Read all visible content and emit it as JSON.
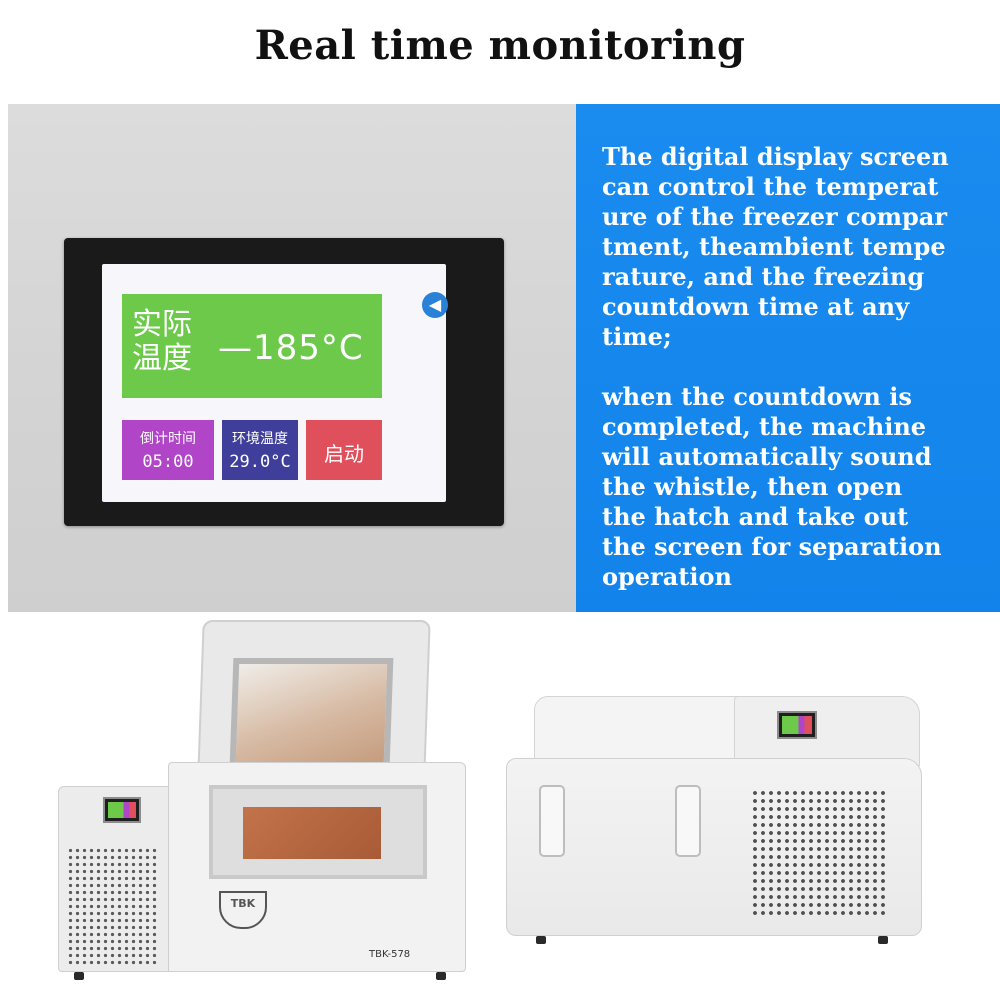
{
  "title": "Real time monitoring",
  "display": {
    "actual_temp_label": "实际温度",
    "actual_temp_value": "—185°C",
    "back_icon": "arrow-left-icon",
    "countdown_label": "倒计时间",
    "countdown_value": "05:00",
    "ambient_label": "环境温度",
    "ambient_value": "29.0°C",
    "start_label": "启动"
  },
  "description": {
    "paragraph1": "The digital display screen\ncan control the temperat\nure of the freezer compar\ntment, theambient tempe\nrature, and the freezing\ncountdown time at any\ntime;",
    "paragraph2": "when the countdown is\ncompleted, the machine\nwill automatically sound\nthe whistle, then open\nthe hatch and take out\nthe screen for separation\noperation"
  },
  "product": {
    "logo": "TBK",
    "model": "TBK-578"
  },
  "colors": {
    "panel_blue": "#1a8cf0",
    "temp_green": "#6cc94a",
    "countdown_purple": "#b045c8",
    "ambient_navy": "#3f3f9b",
    "start_red": "#e0505c"
  }
}
